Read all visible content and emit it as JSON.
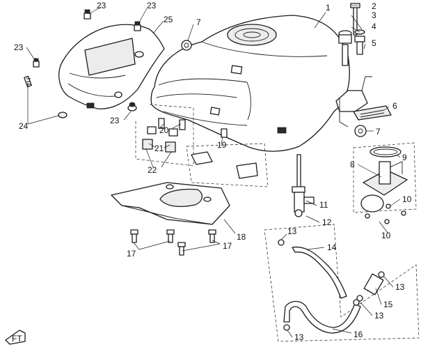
{
  "callouts": {
    "c1": "1",
    "c2": "2",
    "c3": "3",
    "c4": "4",
    "c5": "5",
    "c6": "6",
    "c7a": "7",
    "c7b": "7",
    "c8": "8",
    "c9": "9",
    "c10a": "10",
    "c10b": "10",
    "c11": "11",
    "c12": "12",
    "c13a": "13",
    "c13b": "13",
    "c13c": "13",
    "c13d": "13",
    "c14": "14",
    "c15": "15",
    "c16": "16",
    "c17a": "17",
    "c17b": "17",
    "c18": "18",
    "c19": "19",
    "c20": "20",
    "c21": "21",
    "c22": "22",
    "c23a": "23",
    "c23b": "23",
    "c23c": "23",
    "c23d": "23",
    "c24": "24",
    "c25": "25"
  },
  "orientation_badge": "FT"
}
